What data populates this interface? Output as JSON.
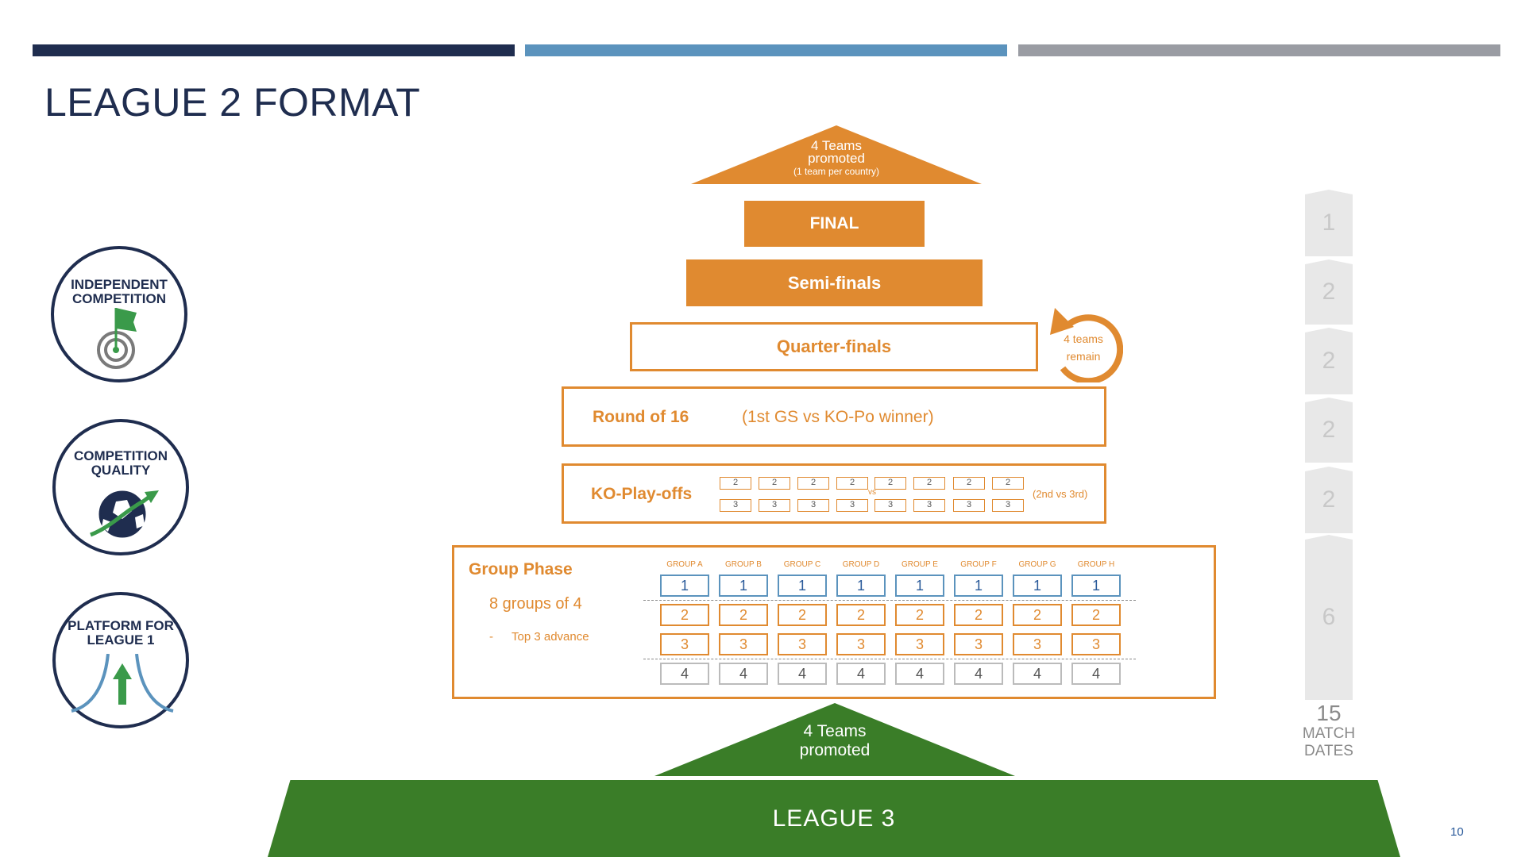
{
  "title": "LEAGUE 2 FORMAT",
  "page_number": "10",
  "colors": {
    "navy": "#1f2d4f",
    "orange": "#e08a30",
    "green": "#3a7d28",
    "light_blue": "#5b93bd",
    "grey": "#9a9ca3"
  },
  "badges": [
    {
      "label": "INDEPENDENT COMPETITION",
      "icon": "flag-target-icon"
    },
    {
      "label": "COMPETITION QUALITY",
      "icon": "ball-rising-arrow-icon"
    },
    {
      "label": "PLATFORM FOR LEAGUE 1",
      "icon": "up-arrow-road-icon"
    }
  ],
  "top_arrow": {
    "line1": "4 Teams",
    "line2": "promoted",
    "line3": "(1 team per country)"
  },
  "final": "FINAL",
  "semis": "Semi-finals",
  "quarters": "Quarter-finals",
  "quarters_note": {
    "line1": "4 teams",
    "line2": "remain"
  },
  "r16": {
    "label": "Round of 16",
    "note": "(1st GS vs KO-Po winner)"
  },
  "kpo": {
    "label": "KO-Play-offs",
    "note": "(2nd vs 3rd)",
    "vs": "vs",
    "top": "2",
    "bottom": "3",
    "count": 8
  },
  "group_phase": {
    "label": "Group Phase",
    "sub": "8 groups of 4",
    "bullet_dash": "-",
    "bullet": "Top 3 advance",
    "groups": [
      "GROUP A",
      "GROUP B",
      "GROUP C",
      "GROUP D",
      "GROUP E",
      "GROUP F",
      "GROUP G",
      "GROUP H"
    ],
    "positions": [
      "1",
      "2",
      "3",
      "4"
    ]
  },
  "bottom_arrow": {
    "line1": "4 Teams",
    "line2": "promoted"
  },
  "league3": "LEAGUE 3",
  "match_dates": {
    "steps": [
      "1",
      "2",
      "2",
      "2",
      "2",
      "6"
    ],
    "total": "15",
    "label1": "MATCH",
    "label2": "DATES"
  }
}
